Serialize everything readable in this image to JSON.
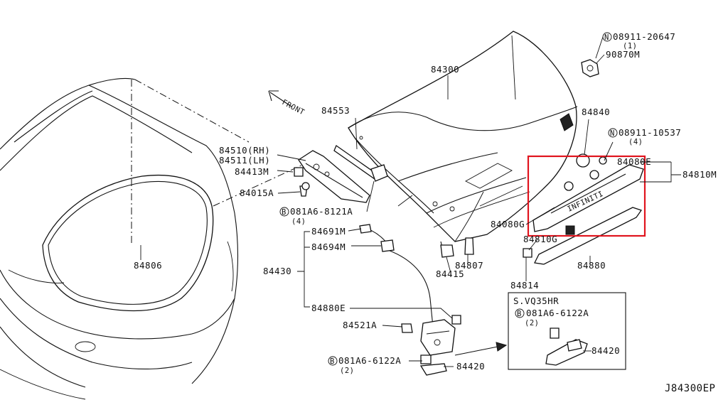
{
  "diagram_id": "J84300EP",
  "highlight_color": "#e0141e",
  "direction": {
    "label": "FRONT"
  },
  "callouts": {
    "c84300": "84300",
    "c84553": "84553",
    "c84510": "84510(RH)",
    "c84511": "84511(LH)",
    "c84413m": "84413M",
    "c84015a": "84015A",
    "c081a6_8121a": "081A6-8121A",
    "c081a6_8121a_qty": "(4)",
    "c84806": "84806",
    "c84691m": "84691M",
    "c84694m": "84694M",
    "c84430": "84430",
    "c84880e": "84880E",
    "c84521a": "84521A",
    "c081a6_6122a_main": "081A6-6122A",
    "c081a6_6122a_main_qty": "(2)",
    "c84420_main": "84420",
    "c08911_20647": "08911-20647",
    "c08911_20647_qty": "(1)",
    "c90870m": "90870M",
    "c84840": "84840",
    "c08911_10537": "08911-10537",
    "c08911_10537_qty": "(4)",
    "c84080e": "84080E",
    "c84810m": "84810M",
    "c84080g": "84080G",
    "c84810g": "84810G",
    "c84807": "84807",
    "c84415": "84415",
    "c84814": "84814",
    "c84880": "84880"
  },
  "inset": {
    "title": "S.VQ35HR",
    "bolt_label": "081A6-6122A",
    "bolt_qty": "(2)",
    "part_label": "84420"
  },
  "symbols": {
    "bolt": "B",
    "nut": "N"
  }
}
